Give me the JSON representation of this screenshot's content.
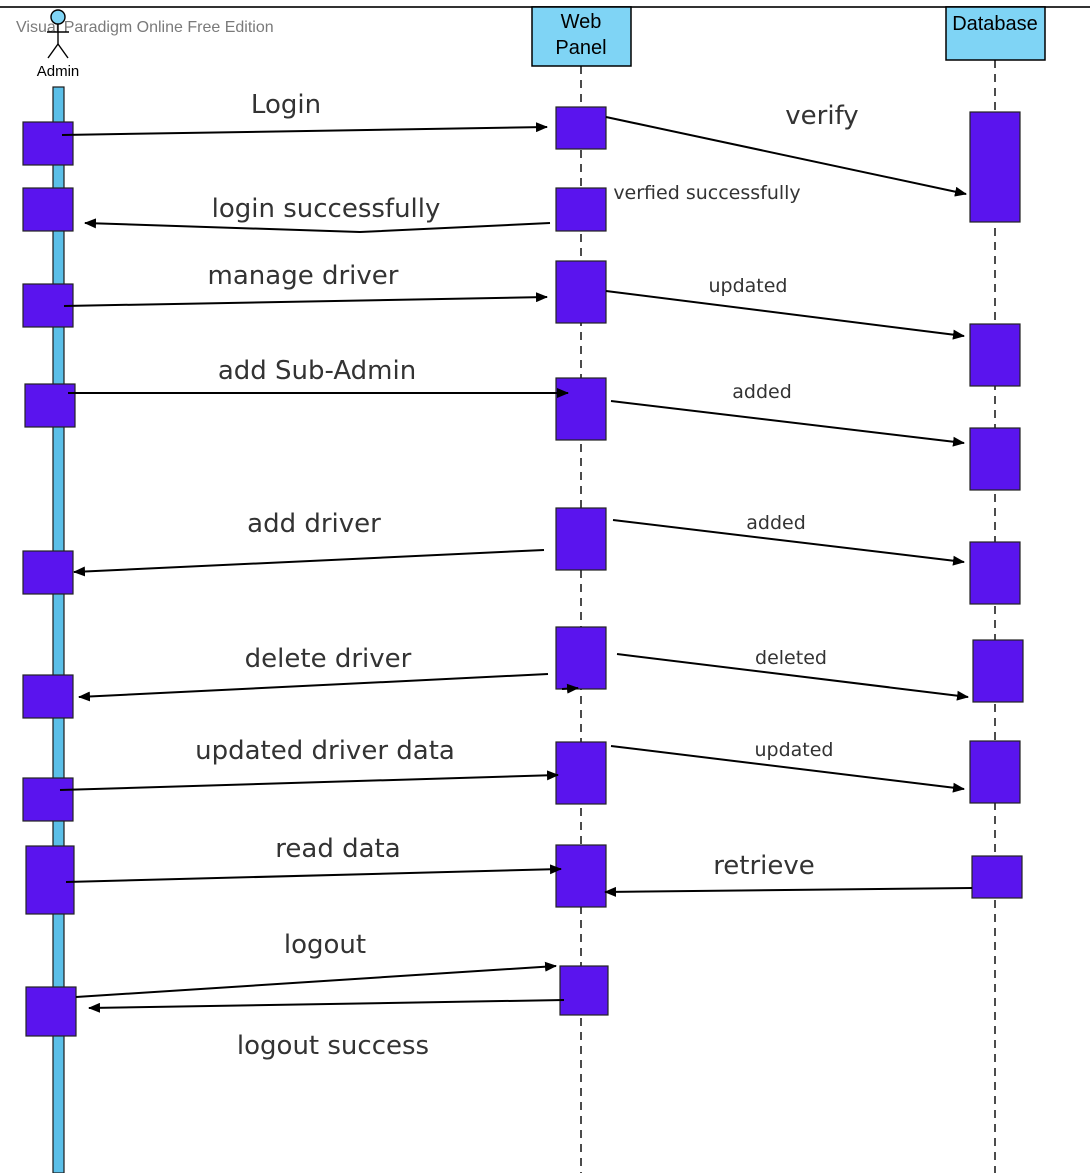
{
  "watermark": "Visual Paradigm Online Free Edition",
  "participants": {
    "admin": "Admin",
    "web_panel": [
      "Web",
      "Panel"
    ],
    "database": "Database"
  },
  "messages": [
    "Login",
    "verify",
    "login successfully",
    "verfied successfully",
    "manage driver",
    "updated",
    "add Sub-Admin",
    "added",
    "add driver",
    "added",
    "delete driver",
    "deleted",
    "updated driver data",
    "updated",
    "read data",
    "retrieve",
    "logout",
    "logout success"
  ],
  "colors": {
    "activation": "#5a14ee",
    "participant_box": "#7fd4f5",
    "admin_lifeline": "#5bbfe8",
    "line": "#000000",
    "label": "#333333"
  }
}
